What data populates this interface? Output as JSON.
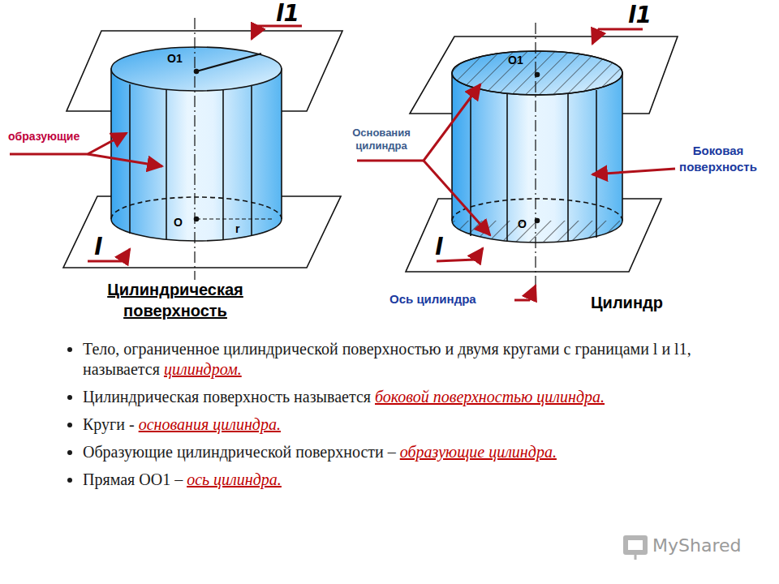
{
  "diagram": {
    "labels": [
      "l1",
      "O1",
      "образующие",
      "O",
      "r",
      "l",
      "Цилиндрическая поверхность",
      "l1",
      "O1",
      "Основания цилиндра",
      "Боковая поверхность",
      "O",
      "l",
      "Ось цилиндра",
      "Цилиндр",
      "Тело, ограниченное цилиндрической поверхностью и двумя кругами с границами l и l1, называется",
      "цилиндром.",
      "Цилиндрическая поверхность называется",
      "боковой поверхностью цилиндра.",
      "Круги -",
      "основания цилиндра.",
      "Образующие цилиндрической поверхности –",
      "образующие цилиндра.",
      "Прямая OO1 –",
      "ось цилиндра.",
      "MyShared"
    ]
  }
}
